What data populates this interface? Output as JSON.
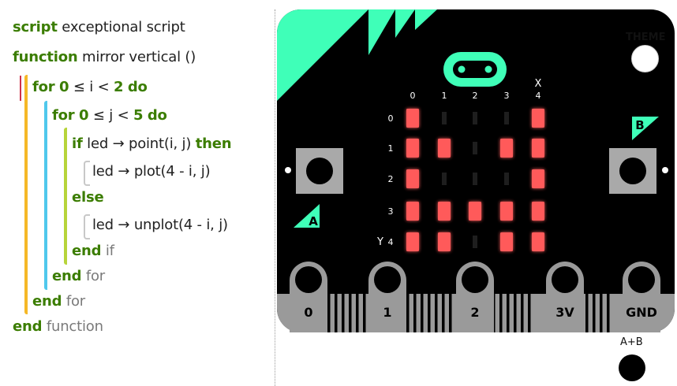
{
  "code": {
    "lines": [
      {
        "kw": "script",
        "text": "exceptional script"
      },
      {
        "kw": "function",
        "text": "mirror vertical ()"
      },
      {
        "kw": "for",
        "kw2": "0",
        "op": "≤ i <",
        "kw3": "2",
        "kw4": "do"
      },
      {
        "kw": "for",
        "kw2": "0",
        "op": "≤ j <",
        "kw3": "5",
        "kw4": "do"
      },
      {
        "kw": "if",
        "text": "led → point(i, j)",
        "kw2": "then"
      },
      {
        "text": "led → plot(4 - i, j)"
      },
      {
        "kw": "else"
      },
      {
        "text": "led → unplot(4 - i, j)"
      },
      {
        "kw": "end",
        "text": "if"
      },
      {
        "kw": "end",
        "text": "for"
      },
      {
        "kw": "end",
        "text": "for"
      },
      {
        "kw": "end",
        "text": "function"
      }
    ]
  },
  "simulator": {
    "theme_label": "THEME",
    "ab_label": "A+B",
    "button_a": "A",
    "button_b": "B",
    "x_label": "X",
    "y_label": "Y",
    "col_labels": [
      "0",
      "1",
      "2",
      "3",
      "4"
    ],
    "row_labels": [
      "0",
      "1",
      "2",
      "3",
      "4"
    ],
    "pins": [
      "0",
      "1",
      "2",
      "3V",
      "GND"
    ],
    "leds": [
      [
        1,
        0,
        0,
        0,
        1
      ],
      [
        1,
        1,
        0,
        1,
        1
      ],
      [
        1,
        0,
        0,
        0,
        1
      ],
      [
        1,
        1,
        1,
        1,
        1
      ],
      [
        1,
        1,
        0,
        1,
        1
      ]
    ],
    "colors": {
      "board": "#000000",
      "accent": "#3fffb8",
      "led_on": "#ff5a5a",
      "led_off": "#1e1e1e",
      "button": "#a9a9a9",
      "pin": "#9a9a9a"
    }
  }
}
